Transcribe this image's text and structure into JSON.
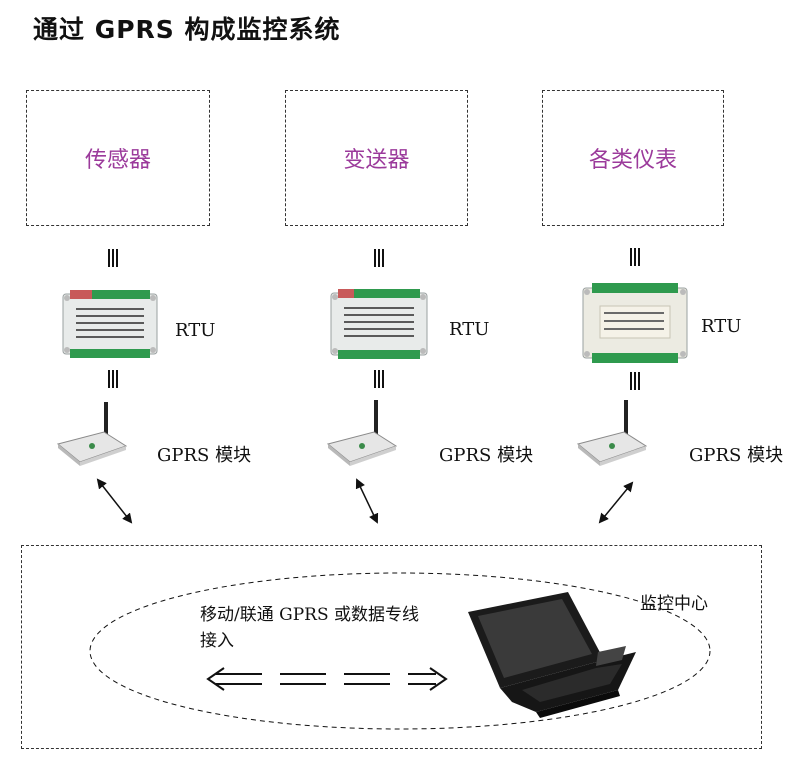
{
  "title": "通过 GPRS 构成监控系统",
  "devices": [
    {
      "sensor": "传感器",
      "rtu_label": "RTU",
      "gprs_label": "GPRS 模块"
    },
    {
      "sensor": "变送器",
      "rtu_label": "RTU",
      "gprs_label": "GPRS 模块"
    },
    {
      "sensor": "各类仪表",
      "rtu_label": "RTU",
      "gprs_label": "GPRS 模块"
    }
  ],
  "center": {
    "network_line1": "移动/联通 GPRS 或数据专线",
    "network_line2": "接入",
    "label": "监控中心"
  },
  "colors": {
    "sensor_text": "#9b3a9b",
    "line": "#111111"
  }
}
